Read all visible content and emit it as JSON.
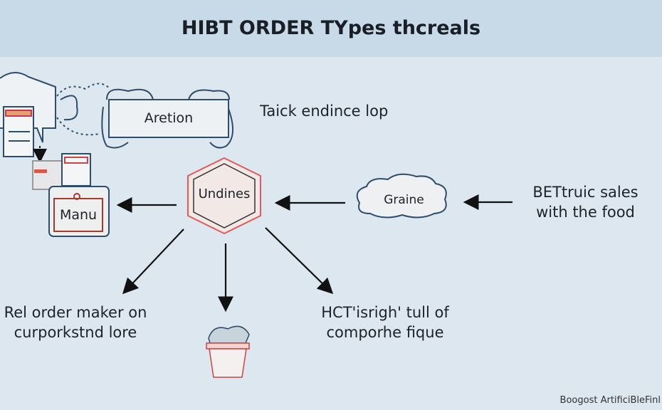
{
  "title": "HIBT ORDER TYpes thcreals",
  "nodes": {
    "action": "Aretion",
    "menu": "Manu",
    "center": "Undines",
    "cloud": "Graine"
  },
  "labels": {
    "feedback": "Taick endince lop",
    "right_text": [
      "BETtruic sales",
      "with the food"
    ],
    "bottom_left": [
      "Rel order maker on",
      "curporkstnd lore"
    ],
    "bottom_right": [
      "HCT'isrigh' tull of",
      "comporhe fique"
    ]
  },
  "footer": "Boogost ArtificiBleFinl"
}
